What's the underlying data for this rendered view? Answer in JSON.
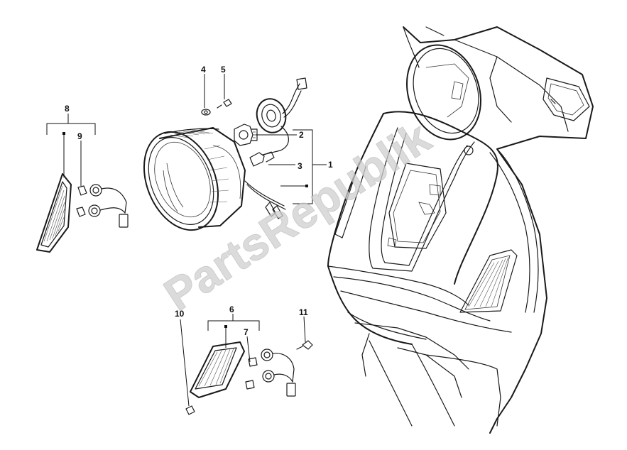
{
  "watermark": "PartsRepublik",
  "callouts": [
    "1",
    "2",
    "3",
    "4",
    "5",
    "6",
    "7",
    "8",
    "9",
    "10",
    "11"
  ],
  "colors": {
    "line": "#1a1a1a",
    "watermark": "#cfcfcf",
    "background": "#ffffff"
  }
}
